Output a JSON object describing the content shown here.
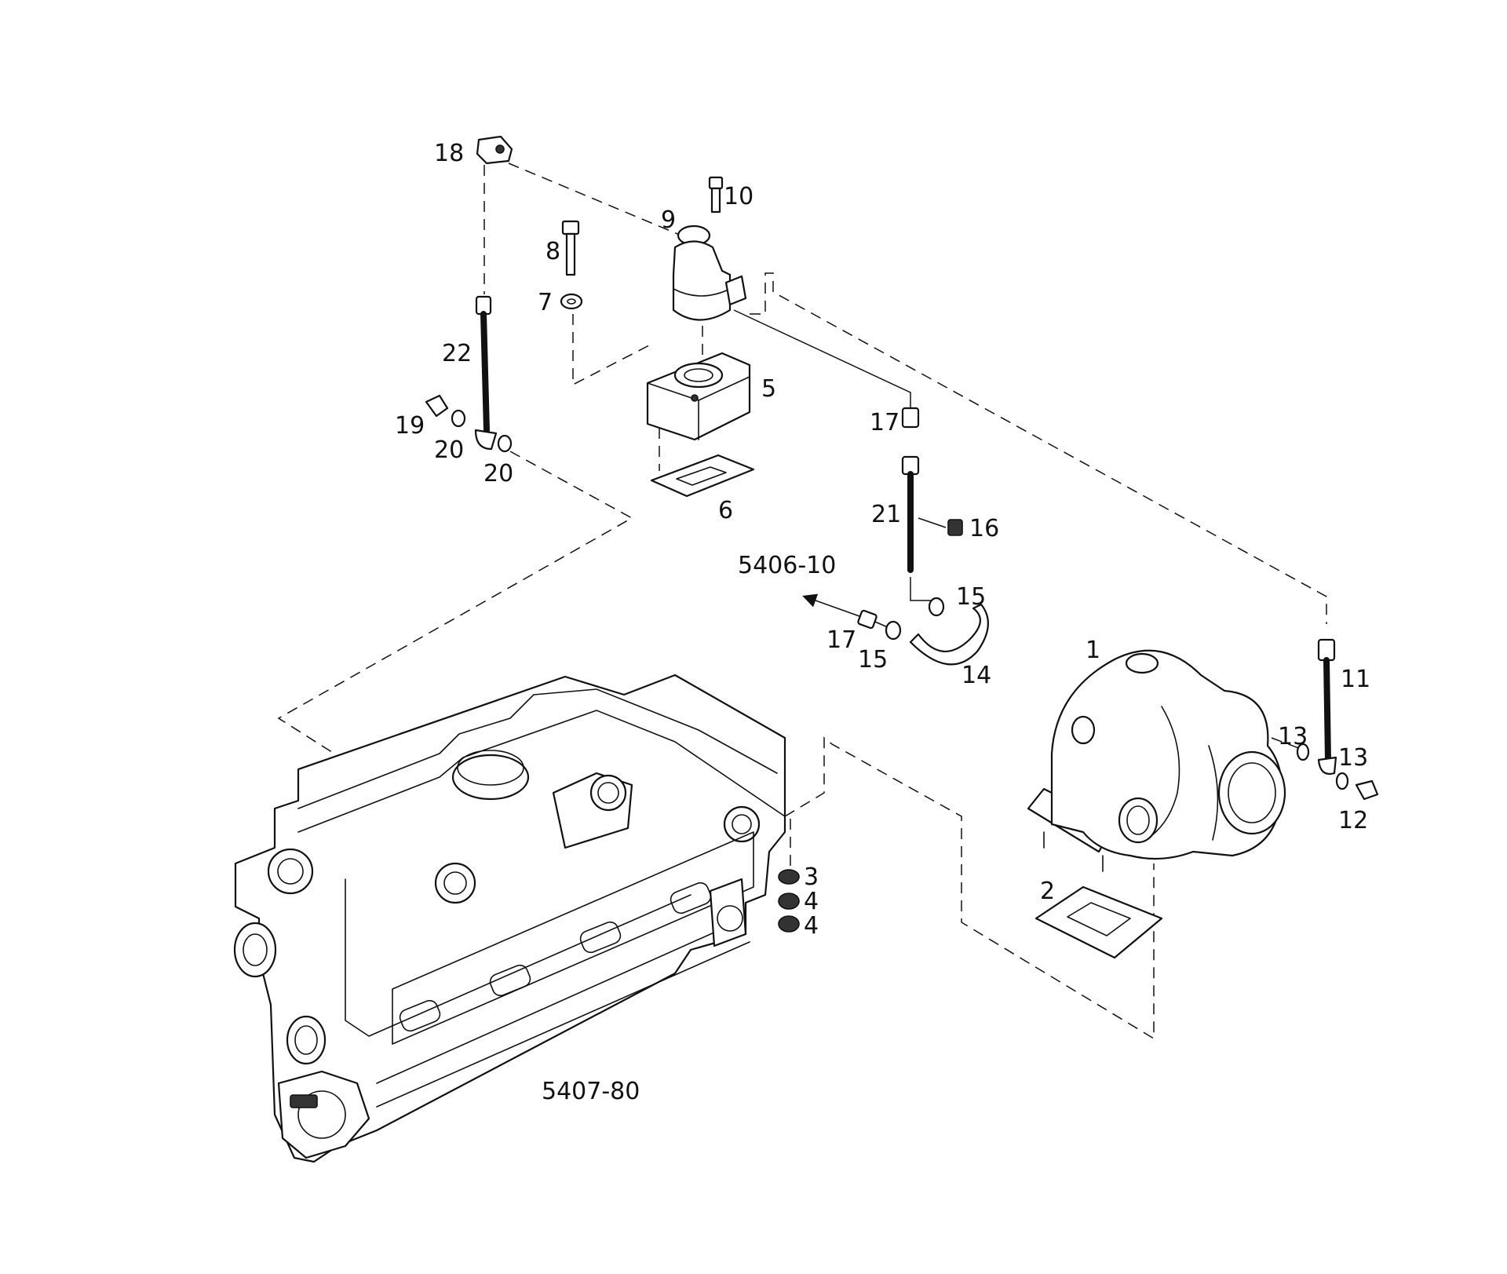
{
  "callouts": {
    "c1": "1",
    "c2": "2",
    "c3": "3",
    "c4a": "4",
    "c4b": "4",
    "c5": "5",
    "c6": "6",
    "c7": "7",
    "c8": "8",
    "c9": "9",
    "c10": "10",
    "c11": "11",
    "c12": "12",
    "c13a": "13",
    "c13b": "13",
    "c14": "14",
    "c15a": "15",
    "c15b": "15",
    "c16": "16",
    "c17a": "17",
    "c17b": "17",
    "c18": "18",
    "c19": "19",
    "c20a": "20",
    "c20b": "20",
    "c21": "21",
    "c22": "22"
  },
  "references": {
    "oil_return_ref": "5406-10",
    "engine_block_ref": "5407-80"
  },
  "icons": {
    "engine": "engine-block-icon",
    "turbo": "turbocharger-icon",
    "egr": "egr-valve-icon"
  }
}
